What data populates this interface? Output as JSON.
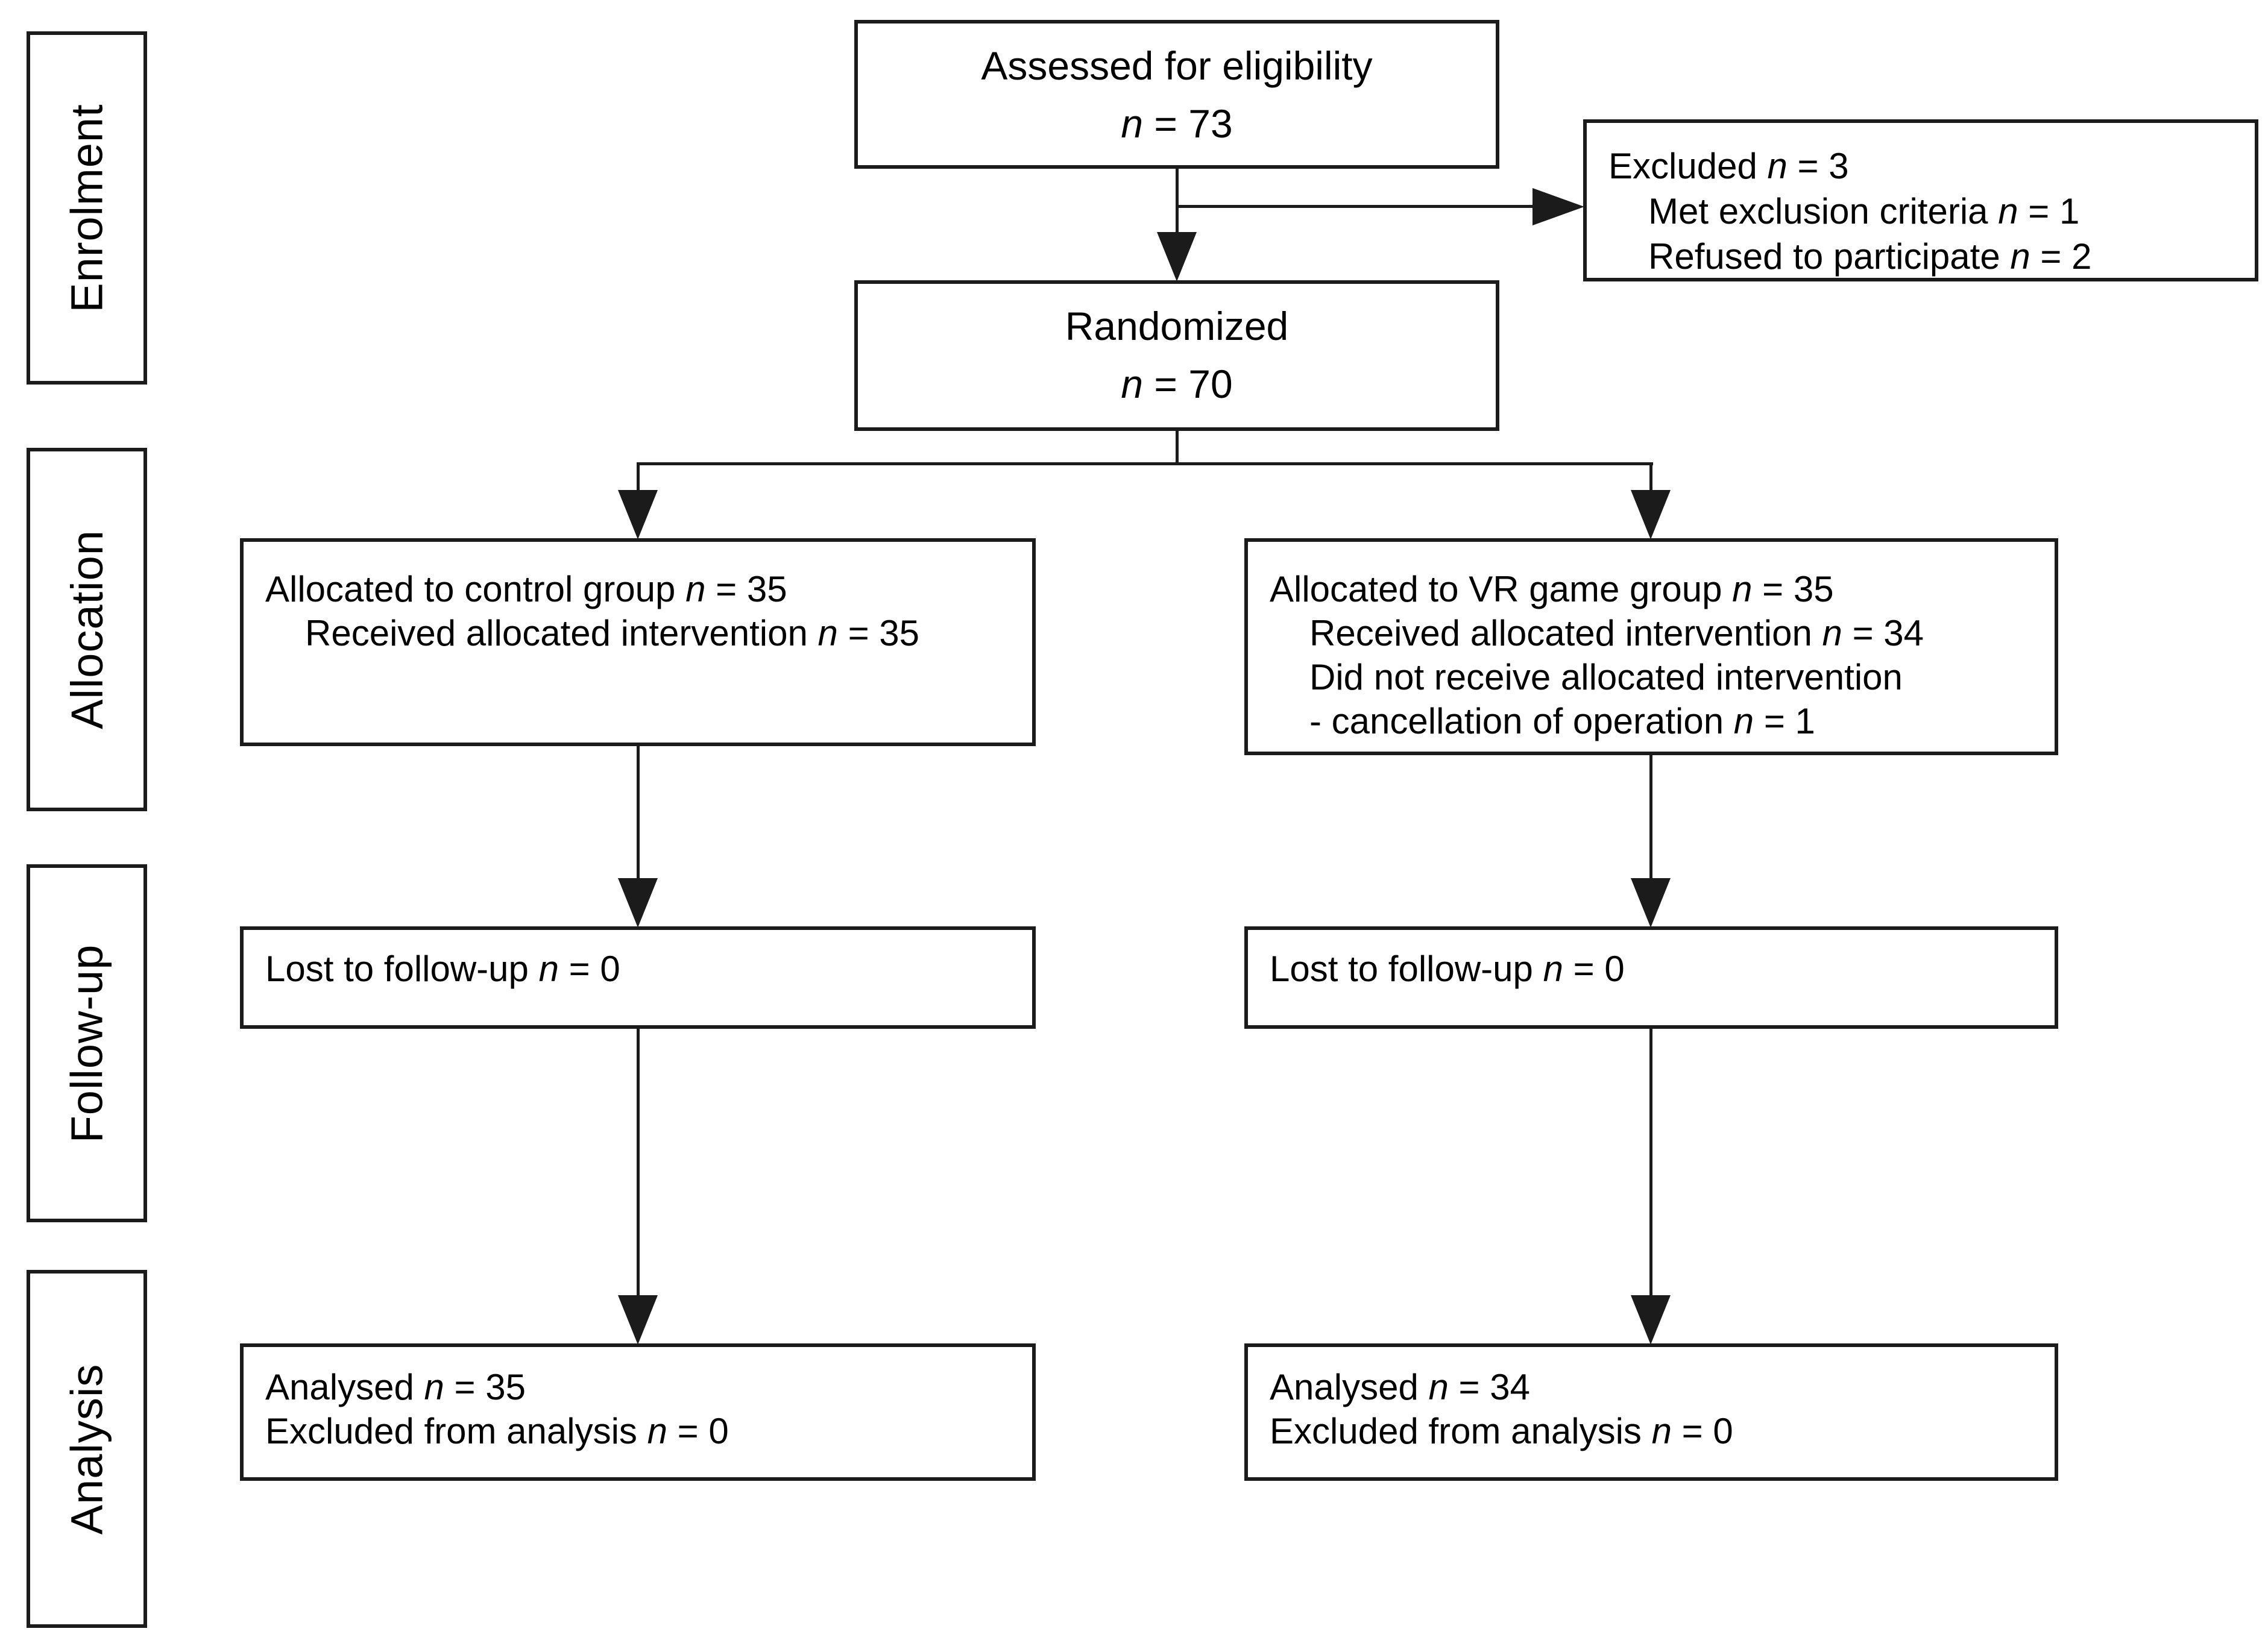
{
  "figure": {
    "kind": "consort-flow-diagram",
    "background_color": "#ffffff",
    "line_color": "#1b1b1b",
    "text_color": "#000000",
    "n_symbol": "n",
    "separator": " = "
  },
  "stages": [
    {
      "label": "Enrolment"
    },
    {
      "label": "Allocation"
    },
    {
      "label": "Follow-up"
    },
    {
      "label": "Analysis"
    }
  ],
  "boxes": {
    "assessed": {
      "align": "center",
      "lines": [
        {
          "text": "Assessed for eligibility"
        },
        {
          "text": "",
          "n": "73"
        }
      ]
    },
    "excluded": {
      "align": "left",
      "lines": [
        {
          "text": "Excluded ",
          "n": "3"
        },
        {
          "text": "Met exclusion criteria ",
          "n": "1",
          "indent": true
        },
        {
          "text": "Refused to participate ",
          "n": "2",
          "indent": true
        }
      ]
    },
    "randomized": {
      "align": "center",
      "lines": [
        {
          "text": "Randomized"
        },
        {
          "text": "",
          "n": "70"
        }
      ]
    },
    "alloc_control": {
      "align": "left",
      "lines": [
        {
          "text": "Allocated to control group ",
          "n": "35"
        },
        {
          "text": "Received allocated intervention ",
          "n": "35",
          "indent": true
        }
      ]
    },
    "alloc_vr": {
      "align": "left",
      "lines": [
        {
          "text": "Allocated to VR game group ",
          "n": "35"
        },
        {
          "text": "Received allocated intervention ",
          "n": "34",
          "indent": true
        },
        {
          "text": "Did not receive allocated intervention",
          "indent": true
        },
        {
          "text": "- cancellation of operation ",
          "n": "1",
          "indent": true
        }
      ]
    },
    "followup_control": {
      "align": "left",
      "lines": [
        {
          "text": "Lost to follow-up ",
          "n": "0"
        }
      ]
    },
    "followup_vr": {
      "align": "left",
      "lines": [
        {
          "text": "Lost to follow-up ",
          "n": "0"
        }
      ]
    },
    "analysis_control": {
      "align": "left",
      "lines": [
        {
          "text": "Analysed ",
          "n": "35"
        },
        {
          "text": "Excluded from analysis ",
          "n": "0"
        }
      ]
    },
    "analysis_vr": {
      "align": "left",
      "lines": [
        {
          "text": "Analysed ",
          "n": "34"
        },
        {
          "text": "Excluded from analysis ",
          "n": "0"
        }
      ]
    }
  }
}
